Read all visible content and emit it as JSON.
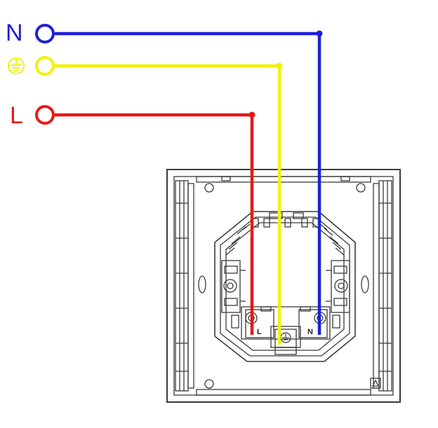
{
  "terminals": [
    {
      "id": "neutral",
      "label": "N",
      "color": "#1f1fd6"
    },
    {
      "id": "earth",
      "label": "",
      "icon": "earth-ground-icon",
      "color": "#f2f20a"
    },
    {
      "id": "live",
      "label": "L",
      "color": "#e81818"
    }
  ],
  "socket": {
    "terminal_labels": {
      "live": "L",
      "neutral": "N"
    },
    "outline_color": "#3a3a3a"
  }
}
